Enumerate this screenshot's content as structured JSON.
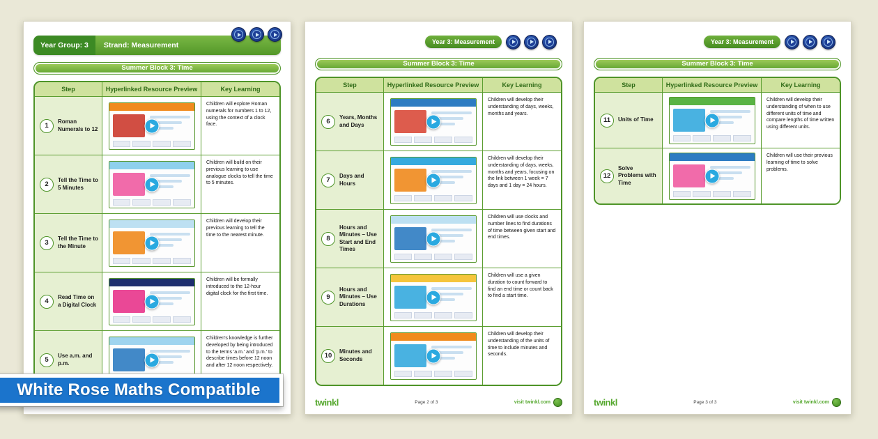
{
  "canvas": {
    "background": "#eae8d7"
  },
  "block_title": "Summer Block 3: Time",
  "columns": {
    "step": "Step",
    "preview": "Hyperlinked Resource Preview",
    "learning": "Key Learning"
  },
  "banner": {
    "label": "White Rose Maths Compatible",
    "color": "#1b74cc"
  },
  "pages": [
    {
      "header": {
        "year_label": "Year Group: 3",
        "strand_label": "Strand: Measurement"
      },
      "rows": [
        {
          "num": "1",
          "label": "Roman Numerals to 12",
          "learning": "Children will explore Roman numerals for numbers 1 to 12, using the context of a clock face.",
          "thumb": {
            "bar": "#f08a1d",
            "accent": "#cc3b2f"
          }
        },
        {
          "num": "2",
          "label": "Tell the Time to 5 Minutes",
          "learning": "Children will build on their previous learning to use analogue clocks to tell the time to 5 minutes.",
          "thumb": {
            "bar": "#8ed0ee",
            "accent": "#ef5ba1"
          }
        },
        {
          "num": "3",
          "label": "Tell the Time to the Minute",
          "learning": "Children will develop their previous learning to tell the time to the nearest minute.",
          "thumb": {
            "bar": "#bde0f2",
            "accent": "#f08a1d"
          }
        },
        {
          "num": "4",
          "label": "Read Time on a Digital Clock",
          "learning": "Children will be formally introduced to the 12-hour digital clock for the first time.",
          "thumb": {
            "bar": "#1d2e6e",
            "accent": "#e8348b"
          }
        },
        {
          "num": "5",
          "label": "Use a.m. and p.m.",
          "learning": "Children's knowledge is further developed by being introduced to the terms 'a.m.' and 'p.m.' to describe times before 12 noon and after 12 noon respectively.",
          "thumb": {
            "bar": "#9fd4ef",
            "accent": "#2d7cc2"
          }
        }
      ]
    },
    {
      "header": {
        "title": "Year 3: Measurement"
      },
      "rows": [
        {
          "num": "6",
          "label": "Years, Months and Days",
          "learning": "Children will develop their understanding of days, weeks, months and years.",
          "thumb": {
            "bar": "#2d7cc2",
            "accent": "#d94a3a"
          }
        },
        {
          "num": "7",
          "label": "Days and Hours",
          "learning": "Children will develop their understanding of days, weeks, months and years, focusing on the link between 1 week = 7 days and 1 day = 24 hours.",
          "thumb": {
            "bar": "#35aade",
            "accent": "#f08a1d"
          }
        },
        {
          "num": "8",
          "label": "Hours and Minutes – Use Start and End Times",
          "learning": "Children will use clocks and number lines to find durations of time between given start and end times.",
          "thumb": {
            "bar": "#bde0f2",
            "accent": "#2d7cc2"
          }
        },
        {
          "num": "9",
          "label": "Hours and Minutes – Use Durations",
          "learning": "Children will use a given duration to count forward to find an end time or count back to find a start time.",
          "thumb": {
            "bar": "#f5c53c",
            "accent": "#35aade"
          }
        },
        {
          "num": "10",
          "label": "Minutes and Seconds",
          "learning": "Children will develop their understanding of the units of time to include minutes and seconds.",
          "thumb": {
            "bar": "#f08a1d",
            "accent": "#35aade"
          }
        }
      ],
      "footer": {
        "logo": "twinkl",
        "page": "Page 2 of 3",
        "link": "visit twinkl.com"
      }
    },
    {
      "header": {
        "title": "Year 3: Measurement"
      },
      "rows": [
        {
          "num": "11",
          "label": "Units of Time",
          "learning": "Children will develop their understanding of when to use different units of time and compare lengths of time written using different units.",
          "thumb": {
            "bar": "#59b344",
            "accent": "#35aade"
          }
        },
        {
          "num": "12",
          "label": "Solve Problems with Time",
          "learning": "Children will use their previous learning of time to solve problems.",
          "thumb": {
            "bar": "#2d7cc2",
            "accent": "#ef5ba1"
          }
        }
      ],
      "footer": {
        "logo": "twinkl",
        "page": "Page 3 of 3",
        "link": "visit twinkl.com"
      }
    }
  ]
}
